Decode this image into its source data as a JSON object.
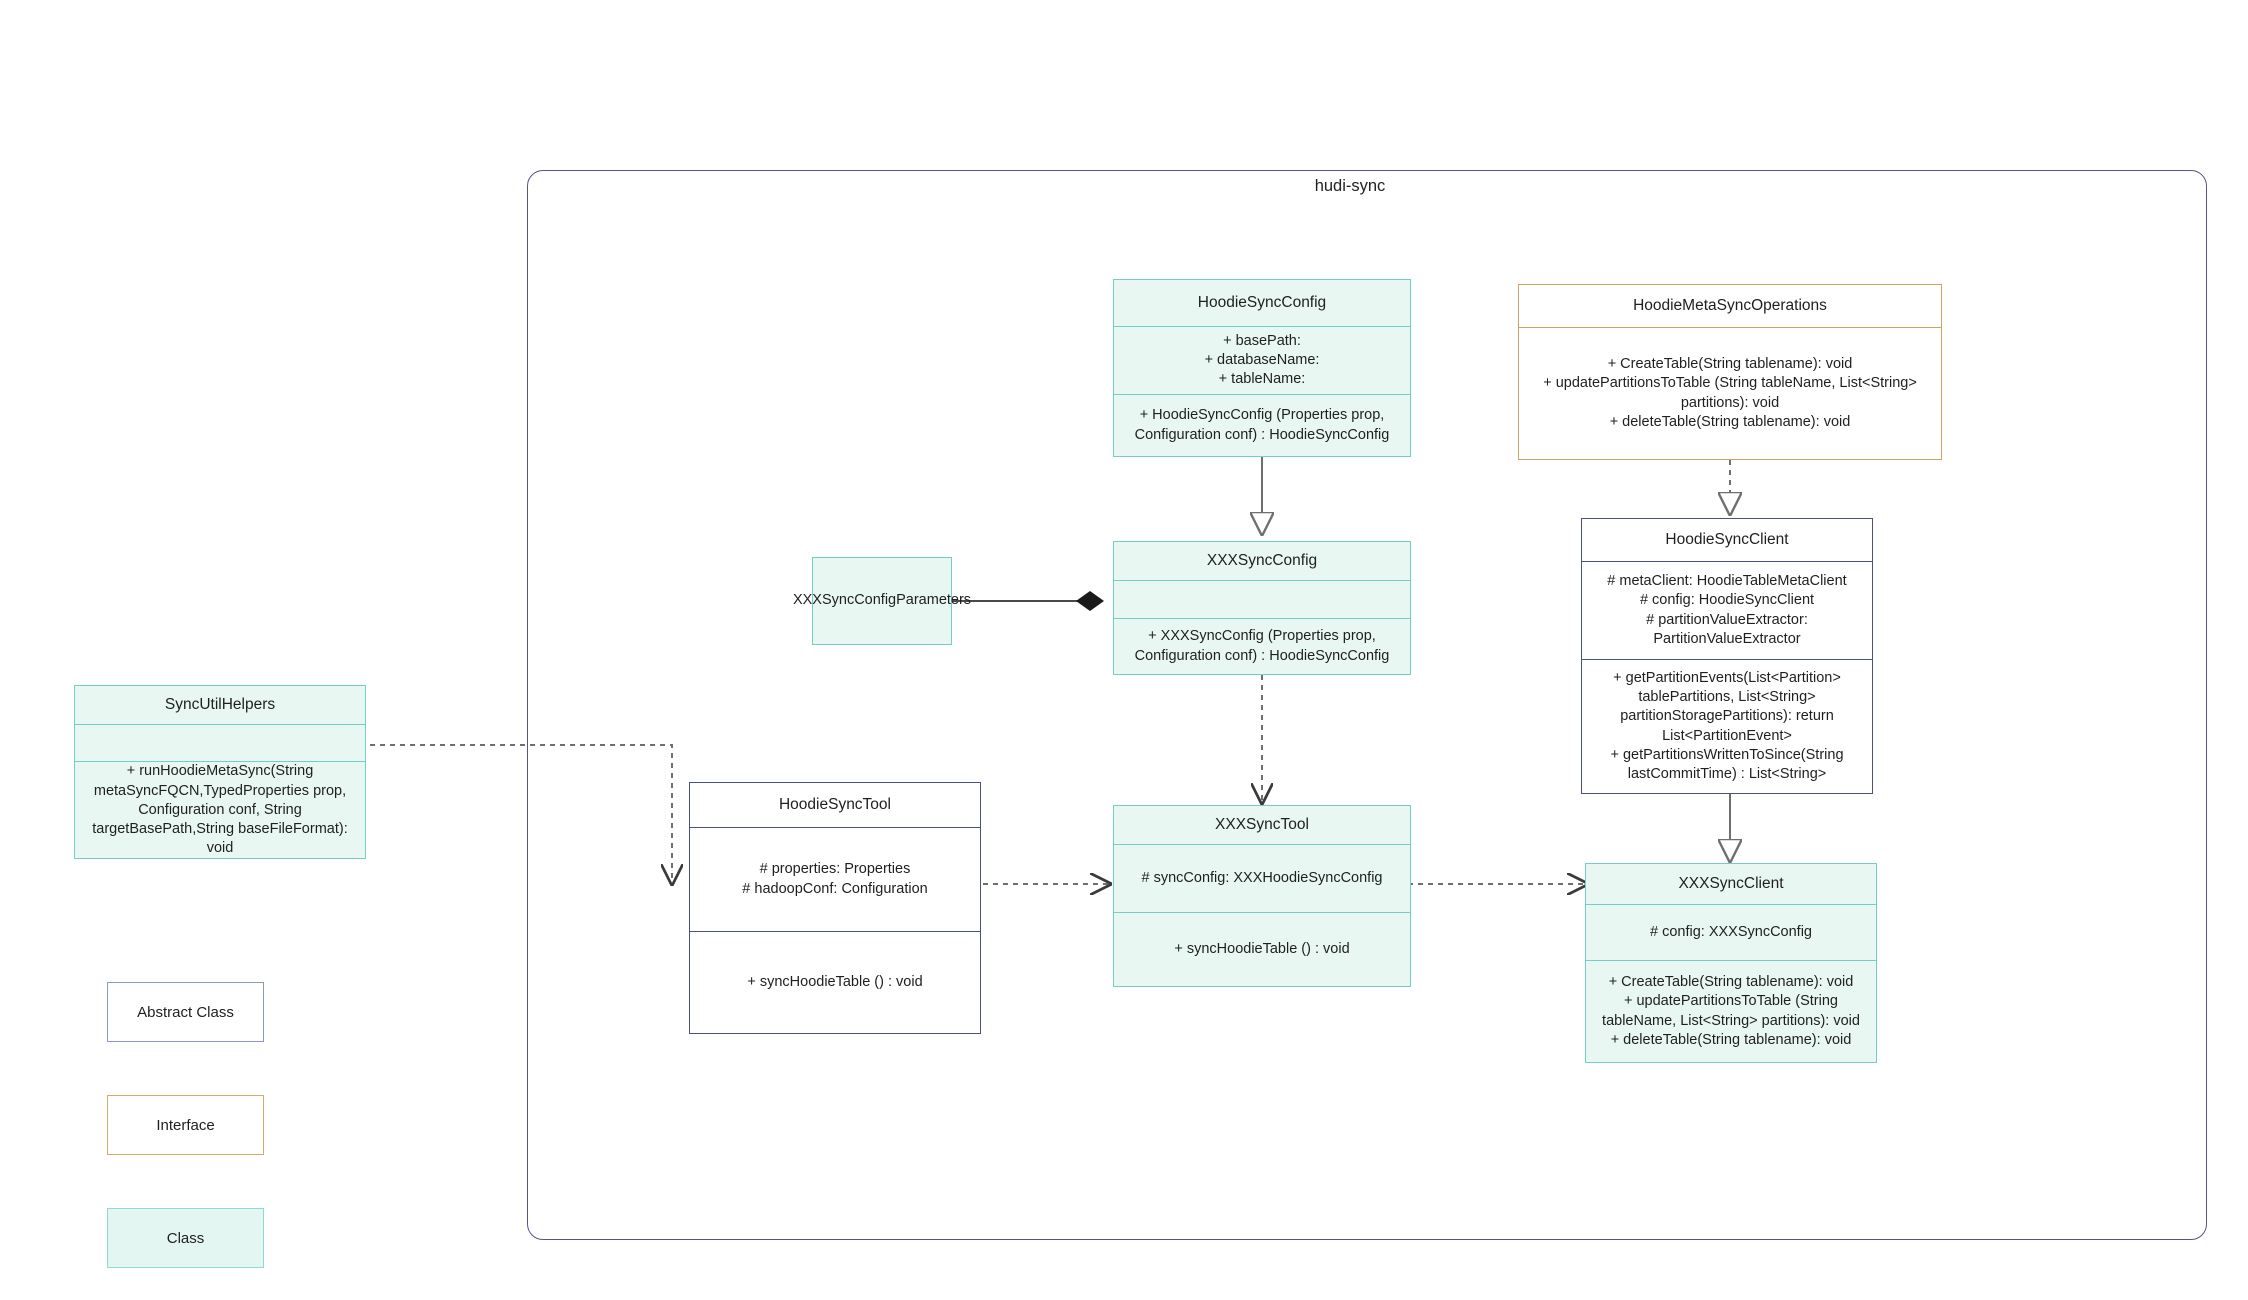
{
  "package": {
    "title": "hudi-sync"
  },
  "classes": {
    "hoodie_sync_config": {
      "name": "HoodieSyncConfig",
      "attributes": "+   basePath:\n+   databaseName:\n+   tableName:",
      "methods": "+   HoodieSyncConfig (Properties prop, Configuration conf) : HoodieSyncConfig"
    },
    "hoodie_meta_sync_operations": {
      "name": "HoodieMetaSyncOperations",
      "methods": "+   CreateTable(String tablename): void\n+   updatePartitionsToTable (String tableName, List<String> partitions): void\n+   deleteTable(String tablename): void"
    },
    "hoodie_sync_client": {
      "name": "HoodieSyncClient",
      "attributes": "#   metaClient: HoodieTableMetaClient\n#   config: HoodieSyncClient\n#   partitionValueExtractor: PartitionValueExtractor",
      "methods": "+   getPartitionEvents(List<Partition> tablePartitions, List<String> partitionStoragePartitions): return List<PartitionEvent>\n+   getPartitionsWrittenToSince(String lastCommitTime) : List<String>"
    },
    "xxx_sync_config": {
      "name": "XXXSyncConfig",
      "attributes": "",
      "methods": "+   XXXSyncConfig (Properties prop, Configuration conf) : HoodieSyncConfig"
    },
    "xxx_sync_config_parameters": {
      "name": "XXXSyncConfigParameters"
    },
    "sync_util_helpers": {
      "name": "SyncUtilHelpers",
      "attributes": "",
      "methods": "+    runHoodieMetaSync(String metaSyncFQCN,TypedProperties prop, Configuration conf, String targetBasePath,String baseFileFormat): void"
    },
    "hoodie_sync_tool": {
      "name": "HoodieSyncTool",
      "attributes": "#   properties: Properties\n#   hadoopConf: Configuration",
      "methods": "+   syncHoodieTable () : void"
    },
    "xxx_sync_tool": {
      "name": "XXXSyncTool",
      "attributes": "#  syncConfig: XXXHoodieSyncConfig",
      "methods": "+   syncHoodieTable () : void"
    },
    "xxx_sync_client": {
      "name": "XXXSyncClient",
      "attributes": "#    config: XXXSyncConfig",
      "methods": "+   CreateTable(String tablename): void\n+   updatePartitionsToTable (String tableName, List<String> partitions): void\n+   deleteTable(String tablename): void"
    }
  },
  "legend": [
    {
      "key": "abstract-class",
      "label": "Abstract Class"
    },
    {
      "key": "interface",
      "label": "Interface"
    },
    {
      "key": "class",
      "label": "Class"
    }
  ],
  "colors": {
    "class_border": "#72cfc8",
    "class_fill": "#e9f7f3",
    "abstract_border": "#4b4f87",
    "interface_border": "#cfa368",
    "package_border": "#55558a",
    "connector": "#6f6f6f"
  }
}
